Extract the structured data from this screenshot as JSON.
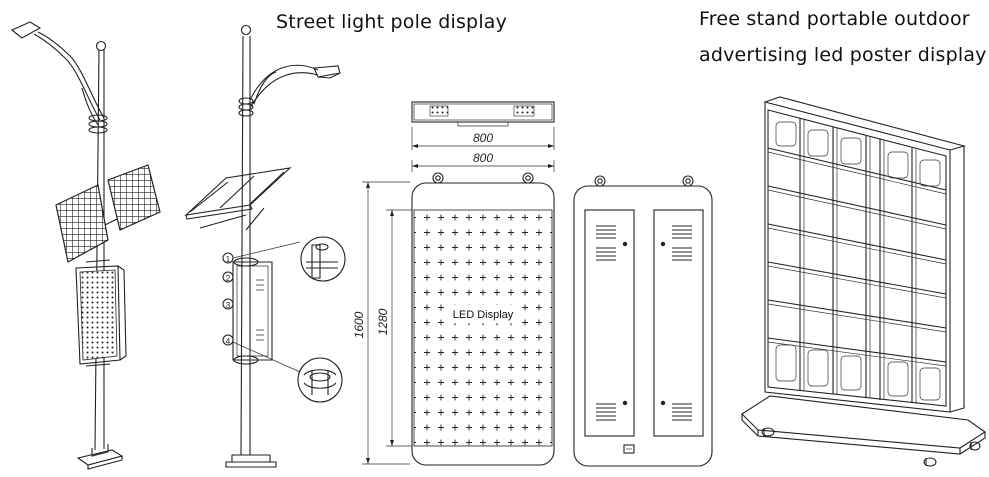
{
  "headings": {
    "street_light": "Street light pole display",
    "free_stand_line1": "Free stand portable outdoor",
    "free_stand_line2": "advertising led poster display"
  },
  "panel": {
    "label": "LED Display",
    "width_outer": "800",
    "width_inner": "800",
    "height_outer": "1600",
    "height_inner": "1280"
  },
  "callouts": [
    "1",
    "2",
    "3",
    "4"
  ]
}
